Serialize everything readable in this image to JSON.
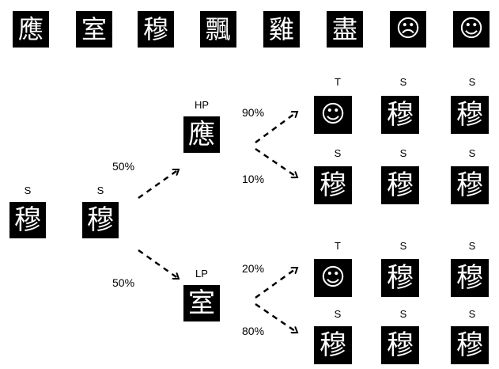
{
  "top_row": [
    "應",
    "室",
    "穆",
    "飄",
    "雞",
    "盡",
    "☹",
    "☺"
  ],
  "chain": {
    "start": {
      "label": "S",
      "char": "穆"
    },
    "step1": {
      "label": "S",
      "char": "穆"
    },
    "upper": {
      "label": "HP",
      "char": "應",
      "prob_in": "50%",
      "branch_a": {
        "prob": "90%",
        "items": [
          {
            "label": "T",
            "char": "☺"
          },
          {
            "label": "S",
            "char": "穆"
          },
          {
            "label": "S",
            "char": "穆"
          }
        ]
      },
      "branch_b": {
        "prob": "10%",
        "items": [
          {
            "label": "S",
            "char": "穆"
          },
          {
            "label": "S",
            "char": "穆"
          },
          {
            "label": "S",
            "char": "穆"
          }
        ]
      }
    },
    "lower": {
      "label": "LP",
      "char": "室",
      "prob_in": "50%",
      "branch_a": {
        "prob": "20%",
        "items": [
          {
            "label": "T",
            "char": "☺"
          },
          {
            "label": "S",
            "char": "穆"
          },
          {
            "label": "S",
            "char": "穆"
          }
        ]
      },
      "branch_b": {
        "prob": "80%",
        "items": [
          {
            "label": "S",
            "char": "穆"
          },
          {
            "label": "S",
            "char": "穆"
          },
          {
            "label": "S",
            "char": "穆"
          }
        ]
      }
    }
  }
}
